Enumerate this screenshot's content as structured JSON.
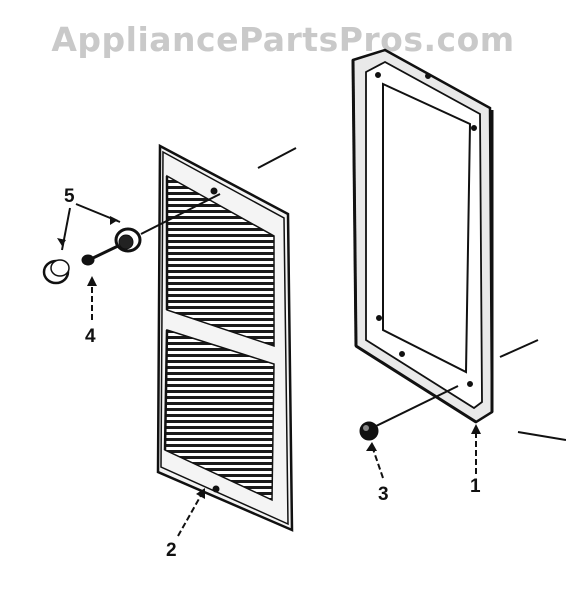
{
  "watermark": "AppliancePartsPros.com",
  "callouts": [
    {
      "id": "1",
      "label": "1"
    },
    {
      "id": "2",
      "label": "2"
    },
    {
      "id": "3",
      "label": "3"
    },
    {
      "id": "4",
      "label": "4"
    },
    {
      "id": "5",
      "label": "5"
    }
  ],
  "colors": {
    "ink": "#111111",
    "watermark": "#c9c9c9",
    "background": "#ffffff"
  }
}
